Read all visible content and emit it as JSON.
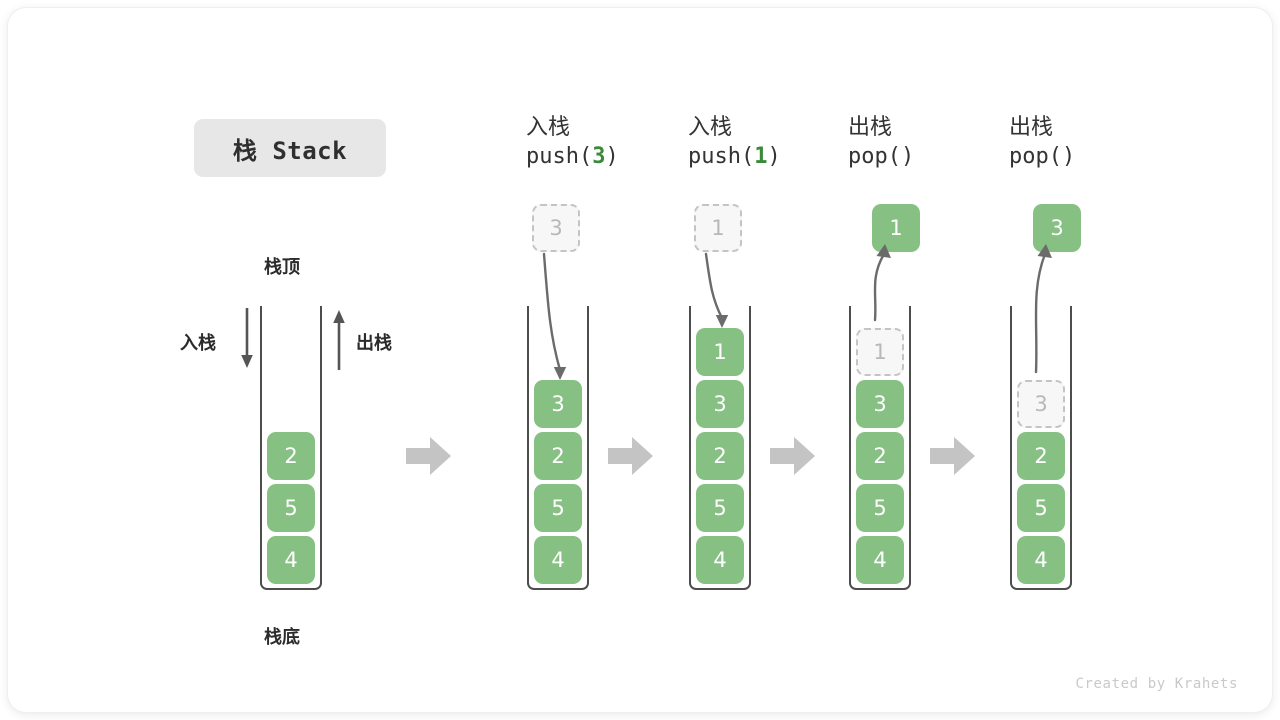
{
  "title_chip": {
    "label": "栈 Stack"
  },
  "base_stack": {
    "top_label": "栈顶",
    "bottom_label": "栈底",
    "push_label": "入栈",
    "pop_label": "出栈",
    "cells": [
      "2",
      "5",
      "4"
    ]
  },
  "steps": [
    {
      "id": "push-3",
      "zh": "入栈",
      "code_prefix": "push(",
      "code_arg": "3",
      "code_suffix": ")",
      "floating": {
        "value": "3",
        "style": "ghost"
      },
      "arrow_dir": "down",
      "cells": [
        {
          "value": "3",
          "style": "solid"
        },
        {
          "value": "2",
          "style": "solid"
        },
        {
          "value": "5",
          "style": "solid"
        },
        {
          "value": "4",
          "style": "solid"
        }
      ]
    },
    {
      "id": "push-1",
      "zh": "入栈",
      "code_prefix": "push(",
      "code_arg": "1",
      "code_suffix": ")",
      "floating": {
        "value": "1",
        "style": "ghost"
      },
      "arrow_dir": "down",
      "cells": [
        {
          "value": "1",
          "style": "solid"
        },
        {
          "value": "3",
          "style": "solid"
        },
        {
          "value": "2",
          "style": "solid"
        },
        {
          "value": "5",
          "style": "solid"
        },
        {
          "value": "4",
          "style": "solid"
        }
      ]
    },
    {
      "id": "pop-1",
      "zh": "出栈",
      "code_prefix": "pop(",
      "code_arg": "",
      "code_suffix": ")",
      "floating": {
        "value": "1",
        "style": "solid"
      },
      "arrow_dir": "up",
      "cells": [
        {
          "value": "1",
          "style": "ghost"
        },
        {
          "value": "3",
          "style": "solid"
        },
        {
          "value": "2",
          "style": "solid"
        },
        {
          "value": "5",
          "style": "solid"
        },
        {
          "value": "4",
          "style": "solid"
        }
      ]
    },
    {
      "id": "pop-3",
      "zh": "出栈",
      "code_prefix": "pop(",
      "code_arg": "",
      "code_suffix": ")",
      "floating": {
        "value": "3",
        "style": "solid"
      },
      "arrow_dir": "up",
      "cells": [
        {
          "value": "3",
          "style": "ghost"
        },
        {
          "value": "2",
          "style": "solid"
        },
        {
          "value": "5",
          "style": "solid"
        },
        {
          "value": "4",
          "style": "solid"
        }
      ]
    }
  ],
  "footer": {
    "credit": "Created by Krahets"
  },
  "colors": {
    "accent_green": "#86c183",
    "ghost_fill": "#f7f7f7",
    "ghost_border": "#c4c4c4",
    "tube_stroke": "#4d4d4d",
    "flow_arrow": "#c4c4c4",
    "chip_bg": "#e7e7e7",
    "text_dark": "#2b2b2b"
  }
}
